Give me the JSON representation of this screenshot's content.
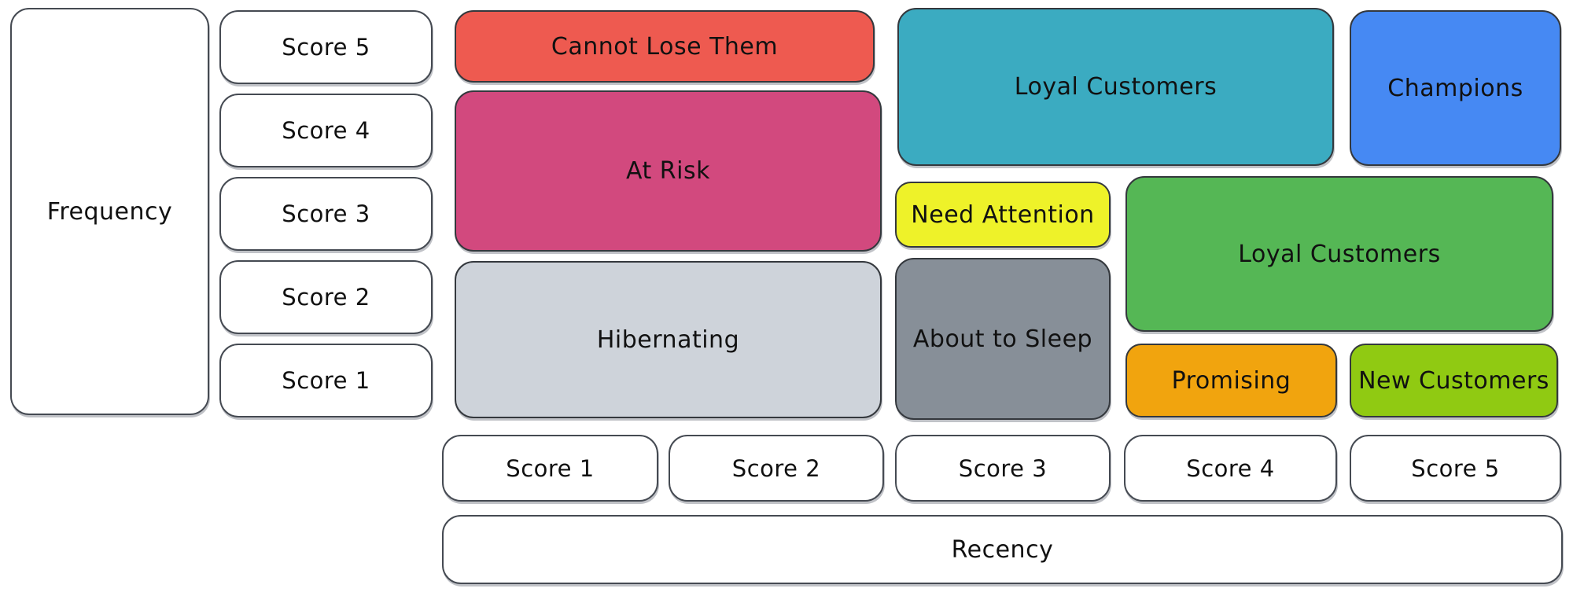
{
  "diagram": {
    "type": "rfm-segmentation-matrix",
    "y_axis": {
      "label": "Frequency",
      "scores": [
        "Score 5",
        "Score 4",
        "Score 3",
        "Score 2",
        "Score 1"
      ]
    },
    "x_axis": {
      "label": "Recency",
      "scores": [
        "Score 1",
        "Score 2",
        "Score 3",
        "Score 4",
        "Score 5"
      ]
    },
    "segments": [
      {
        "label": "Cannot Lose Them",
        "color": "#ee5a50",
        "recency": "1-2",
        "frequency": "5"
      },
      {
        "label": "At Risk",
        "color": "#d2497e",
        "recency": "1-2",
        "frequency": "3-4"
      },
      {
        "label": "Hibernating",
        "color": "#ced3da",
        "recency": "1-2",
        "frequency": "1-2"
      },
      {
        "label": "Loyal Customers",
        "color": "#3babc1",
        "recency": "3-4",
        "frequency": "4-5"
      },
      {
        "label": "Champions",
        "color": "#4689f3",
        "recency": "5",
        "frequency": "4-5"
      },
      {
        "label": "Need Attention",
        "color": "#eef229",
        "recency": "3",
        "frequency": "3"
      },
      {
        "label": "Loyal Customers",
        "color": "#55b755",
        "recency": "4-5",
        "frequency": "2-3"
      },
      {
        "label": "About to Sleep",
        "color": "#878f98",
        "recency": "3",
        "frequency": "1-2"
      },
      {
        "label": "Promising",
        "color": "#f1a40e",
        "recency": "4",
        "frequency": "1"
      },
      {
        "label": "New Customers",
        "color": "#90ca12",
        "recency": "5",
        "frequency": "1"
      }
    ]
  }
}
